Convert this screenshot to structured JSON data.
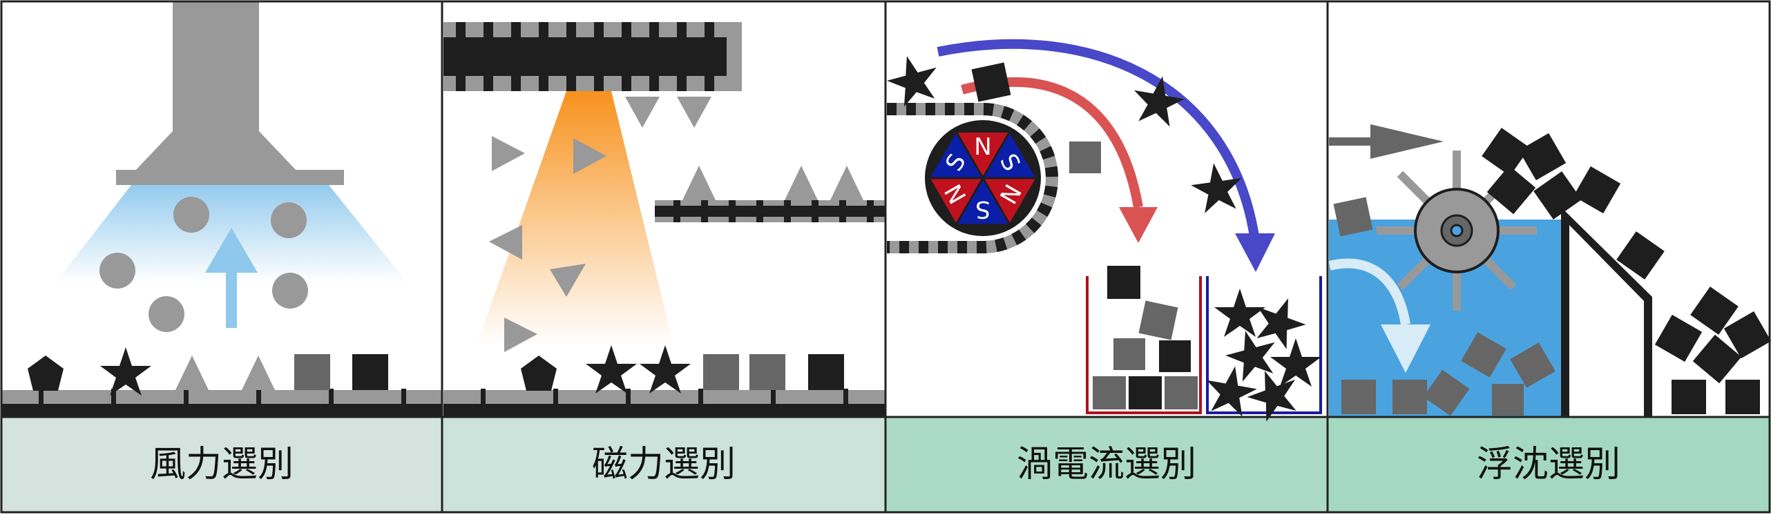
{
  "panels": [
    {
      "id": "wind",
      "label": "風力選別",
      "label_bg": "#d4e3dd"
    },
    {
      "id": "magnetic",
      "label": "磁力選別",
      "label_bg": "#cbe3da"
    },
    {
      "id": "eddy",
      "label": "渦電流選別",
      "label_bg": "#acdac8"
    },
    {
      "id": "float",
      "label": "浮沈選別",
      "label_bg": "#a4d8c3"
    }
  ],
  "magnet": {
    "poles": [
      "N",
      "S",
      "N",
      "S",
      "N",
      "S"
    ]
  },
  "colors": {
    "dark": "#1e1e1e",
    "gray": "#999999",
    "mid_gray": "#666666",
    "air": "#8ec8ec",
    "orange": "#f7921e",
    "red_arrow": "#d95353",
    "blue_arrow": "#4848c8",
    "water": "#4aa3df",
    "magnet_red": "#c0121e",
    "magnet_blue": "#0b1ea8",
    "bin_red": "#b01020",
    "bin_blue": "#1a1aa0"
  },
  "icons": [
    "pentagon-icon",
    "star-icon",
    "triangle-icon",
    "square-icon",
    "circle-icon",
    "arrow-icon"
  ]
}
